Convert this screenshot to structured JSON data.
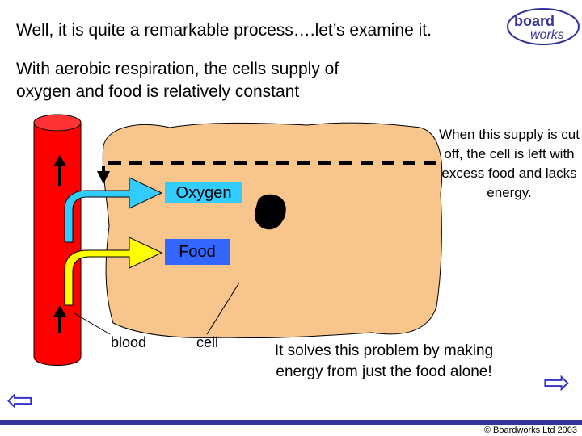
{
  "slide": {
    "heading": "Well, it is quite a remarkable process….let’s examine it.",
    "intro": "With aerobic respiration, the cells supply of oxygen and food is relatively constant",
    "side_note": "When this supply is cut off, the cell is left with excess food and lacks energy.",
    "solution": "It solves this problem by making energy from just the food alone!"
  },
  "labels": {
    "oxygen": "Oxygen",
    "food": "Food",
    "blood": "blood",
    "cell": "cell"
  },
  "logo": {
    "line1": "board",
    "line2": "works"
  },
  "navigation": {
    "back_icon": "left-arrow-icon",
    "next_icon": "right-arrow-icon",
    "back_glyph": "⇦",
    "next_glyph": "⇨"
  },
  "footer": {
    "copyright": "© Boardworks Ltd 2003"
  },
  "colors": {
    "cell": "#f8c58c",
    "vessel": "#ff0000",
    "oxygen_arrow": "#33ccff",
    "food_arrow": "#ffff00",
    "nav": "#3333cc",
    "footer_bar": "#333399"
  }
}
